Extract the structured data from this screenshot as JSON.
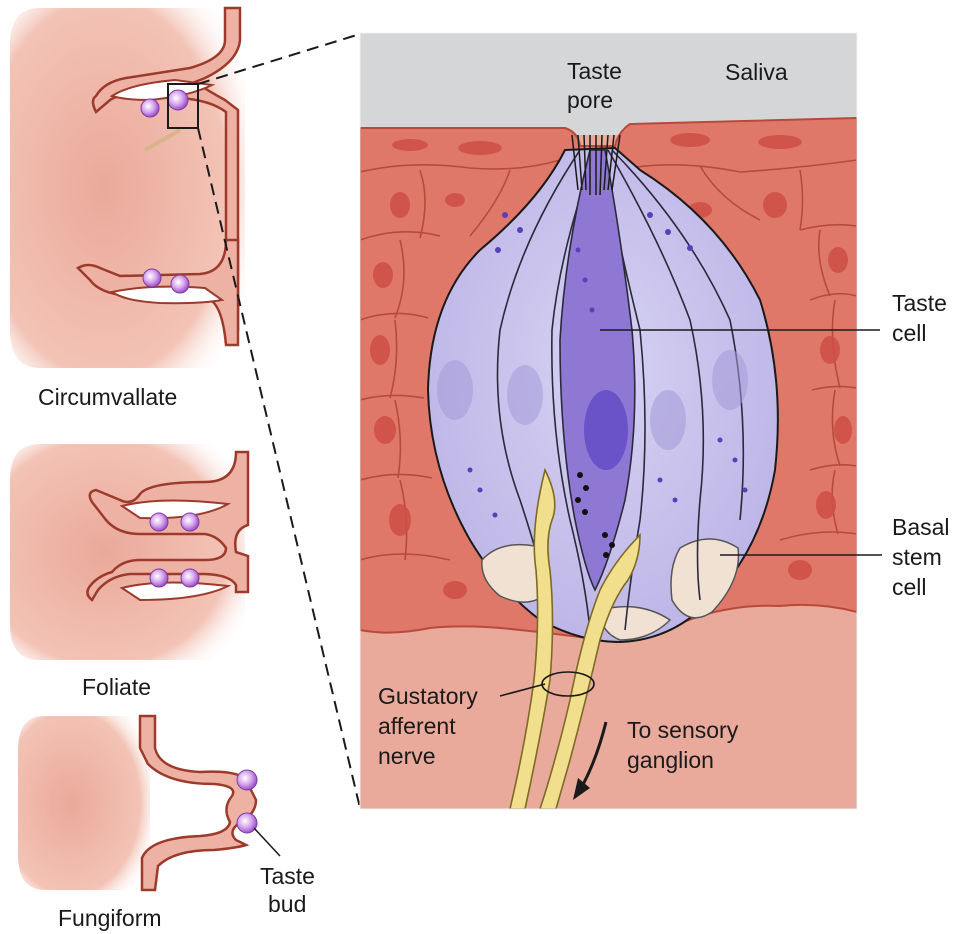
{
  "labels": {
    "saliva": "Saliva",
    "taste_pore": [
      "Taste",
      "pore"
    ],
    "taste_cell": [
      "Taste",
      "cell"
    ],
    "basal_stem_cell": [
      "Basal",
      "stem",
      "cell"
    ],
    "gustatory_afferent_nerve": [
      "Gustatory",
      "afferent",
      "nerve"
    ],
    "to_sensory_ganglion": [
      "To sensory",
      "ganglion"
    ],
    "taste_bud": [
      "Taste",
      "bud"
    ],
    "circumvallate": "Circumvallate",
    "foliate": "Foliate",
    "fungiform": "Fungiform"
  },
  "colors": {
    "saliva": "#d5d6d8",
    "epithelium": "#e0786a",
    "epithelium_outline": "#b84a3a",
    "nucleus_red": "#cf4e46",
    "connective": "#e9aa9c",
    "papilla_fill": "#eeb2a4",
    "papilla_outline": "#9c3a2c",
    "bud_fill": "#c9c3ec",
    "bud_dark": "#8f78d4",
    "nucleus_purple": "#6a52c8",
    "stem_cell": "#f1e1d3",
    "nerve": "#f1df8e",
    "nerve_outline": "#7d6a24",
    "bud_sphere": "#b67fd8"
  }
}
